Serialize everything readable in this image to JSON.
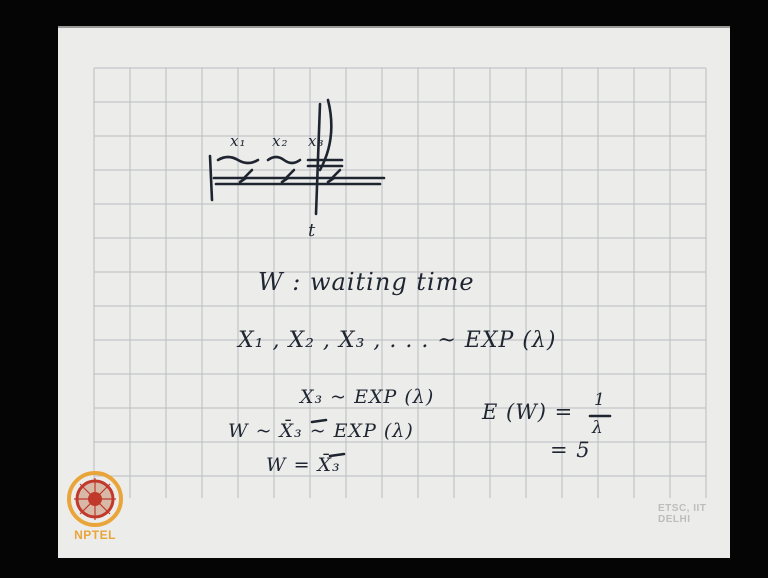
{
  "board": {
    "label_x1": "x₁",
    "label_x2": "x₂",
    "label_x3": "x₃",
    "label_t": "t",
    "line_def": "W : waiting time",
    "line_seq": "X₁ , X₂ , X₃ , . . .  ~ EXP (λ)",
    "line_x3": "X₃ ~ EXP (λ)",
    "line_w_sim": "W ~ X̄₃ ~ EXP (λ)",
    "line_w_eq": "W = X̄₃",
    "line_ew": "E (W) = ",
    "frac_num": "1",
    "frac_den": "λ",
    "line_eq5": "= 5"
  },
  "watermark": "ETSC, IIT DELHI",
  "logo": {
    "text": "NPTEL",
    "icon": "nptel-logo-icon",
    "color": "#e9a53a"
  }
}
